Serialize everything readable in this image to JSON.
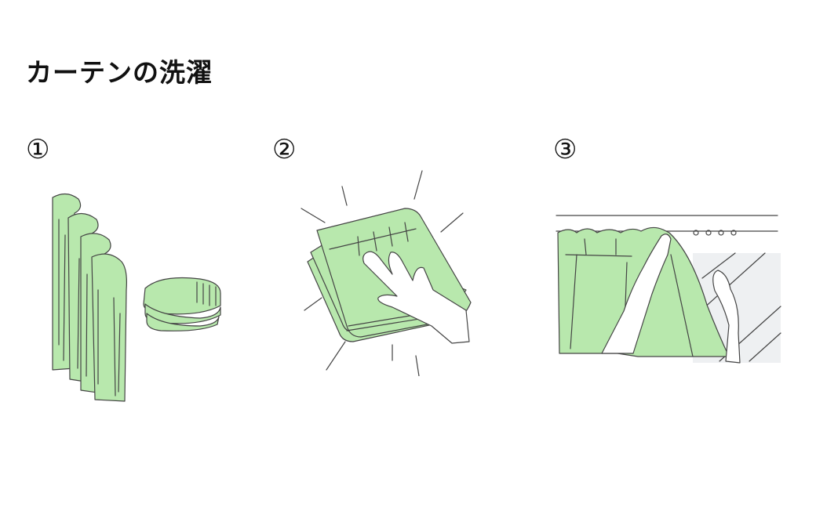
{
  "page": {
    "title": "カーテンの洗濯"
  },
  "steps": [
    {
      "number": "①",
      "illustration": "curtain-folding"
    },
    {
      "number": "②",
      "illustration": "pressing-folded-curtain"
    },
    {
      "number": "③",
      "illustration": "hanging-curtain-on-rail"
    }
  ],
  "colors": {
    "curtain_green": "#b8e8ad",
    "window_gray": "#eef0f2",
    "line": "#444444"
  }
}
